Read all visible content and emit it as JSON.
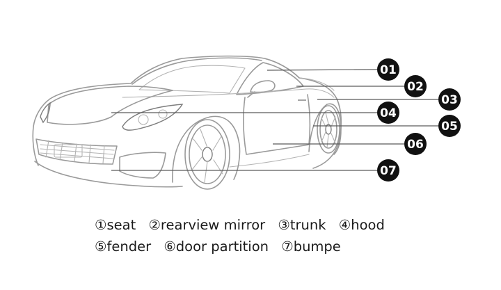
{
  "callouts": [
    {
      "badge": "01"
    },
    {
      "badge": "02"
    },
    {
      "badge": "03"
    },
    {
      "badge": "04"
    },
    {
      "badge": "05"
    },
    {
      "badge": "06"
    },
    {
      "badge": "07"
    }
  ],
  "legend": {
    "row1": [
      "①seat",
      "②rearview mirror",
      "③trunk",
      "④hood"
    ],
    "row2": [
      "⑤fender",
      "⑥door partition",
      "⑦bumpe"
    ]
  },
  "colors": {
    "badge_fill": "#111111",
    "badge_text": "#ffffff",
    "car_outline": "#9a9a9a",
    "leader_line": "#5a5a5a"
  }
}
